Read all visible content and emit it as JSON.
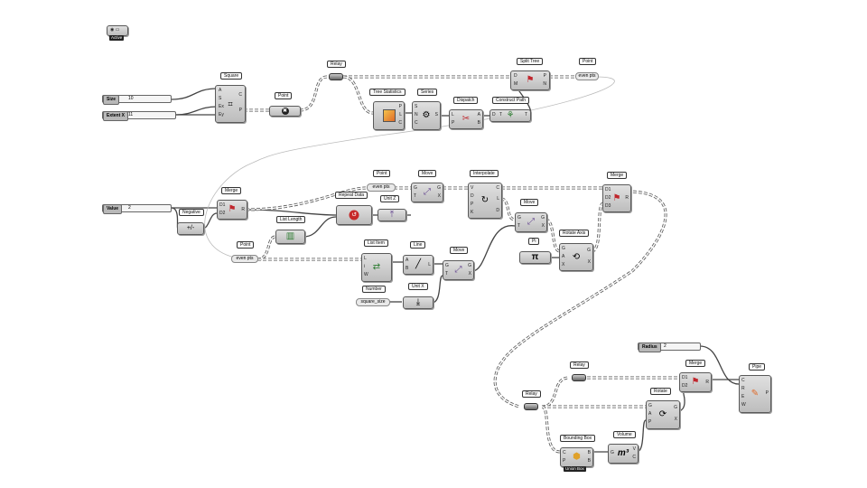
{
  "labels": {
    "square": "Square",
    "point1": "Point",
    "relay1": "Relay",
    "tree_statistics": "Tree Statistics",
    "series": "Series",
    "dispatch": "Dispatch",
    "construct_path": "Construct Path",
    "split_tree": "Split Tree",
    "point2": "Point",
    "point3": "Point",
    "move1": "Move",
    "interpolate": "Interpolate",
    "merge1": "Merge",
    "merge_top": "Merge",
    "negative": "Negative",
    "repeat_data": "Repeat Data",
    "unit_z": "Unit Z",
    "list_length": "List Length",
    "point4": "Point",
    "move2": "Move",
    "pi": "Pi",
    "rotate_axis": "Rotate Axis",
    "list_item": "List Item",
    "line": "Line",
    "move3": "Move",
    "number": "Number",
    "unit_x": "Unit X",
    "relay2": "Relay",
    "merge2": "Merge",
    "relay3": "Relay",
    "rotate": "Rotate",
    "pipe": "Pipe",
    "bounding_box": "Bounding Box",
    "volume": "Volume"
  },
  "sliders": {
    "size": {
      "label": "Size",
      "value": "10"
    },
    "extent": {
      "label": "Extent X",
      "value": "11"
    },
    "value": {
      "label": "Value",
      "value": "2"
    },
    "radius": {
      "label": "Radius",
      "value": "2"
    }
  },
  "panels": {
    "even_pts1": "even pts",
    "even_pts2": "even pts",
    "even_pts3": "even pts",
    "square_size": "square_size"
  },
  "badges": {
    "active": "Active",
    "union_box": "Union Box"
  },
  "ports": {
    "square_in": [
      "A",
      "S",
      "Ex",
      "Ey"
    ],
    "square_out": [
      "C",
      "P"
    ],
    "split_in": [
      "D",
      "M"
    ],
    "split_out": [
      "P",
      "N"
    ],
    "series_in": [
      "S",
      "N",
      "C"
    ],
    "series_out": [
      "S"
    ],
    "tree_out": [
      "P",
      "L",
      "C"
    ],
    "dispatch_in": [
      "L",
      "P"
    ],
    "dispatch_out": [
      "A",
      "B"
    ],
    "construct_in": [
      "D",
      "T"
    ],
    "construct_out": [
      "T"
    ],
    "merge_in": [
      "D1",
      "D2"
    ],
    "merge_out": [
      "R"
    ],
    "merge_top_in": [
      "D1",
      "D2",
      "D3"
    ],
    "interp_in": [
      "V",
      "D",
      "P",
      "K"
    ],
    "interp_out": [
      "C",
      "L",
      "D"
    ],
    "move_in": [
      "G",
      "T"
    ],
    "move_out": [
      "G",
      "X"
    ],
    "rotaxis_in": [
      "G",
      "A",
      "X"
    ],
    "rotaxis_out": [
      "G",
      "X"
    ],
    "listitem_in": [
      "L",
      "i",
      "W"
    ],
    "line_in": [
      "A",
      "B"
    ],
    "line_out": [
      "L"
    ],
    "pipe_in": [
      "C",
      "R",
      "E",
      "W"
    ],
    "pipe_out": [
      "P"
    ],
    "rotate_in": [
      "G",
      "A",
      "P"
    ],
    "rotate_out": [
      "G",
      "X"
    ],
    "bbox_in": [
      "C",
      "P"
    ],
    "bbox_out": [
      "B",
      "B"
    ],
    "volume_in": [
      "G"
    ],
    "volume_out": [
      "V",
      "C"
    ]
  }
}
